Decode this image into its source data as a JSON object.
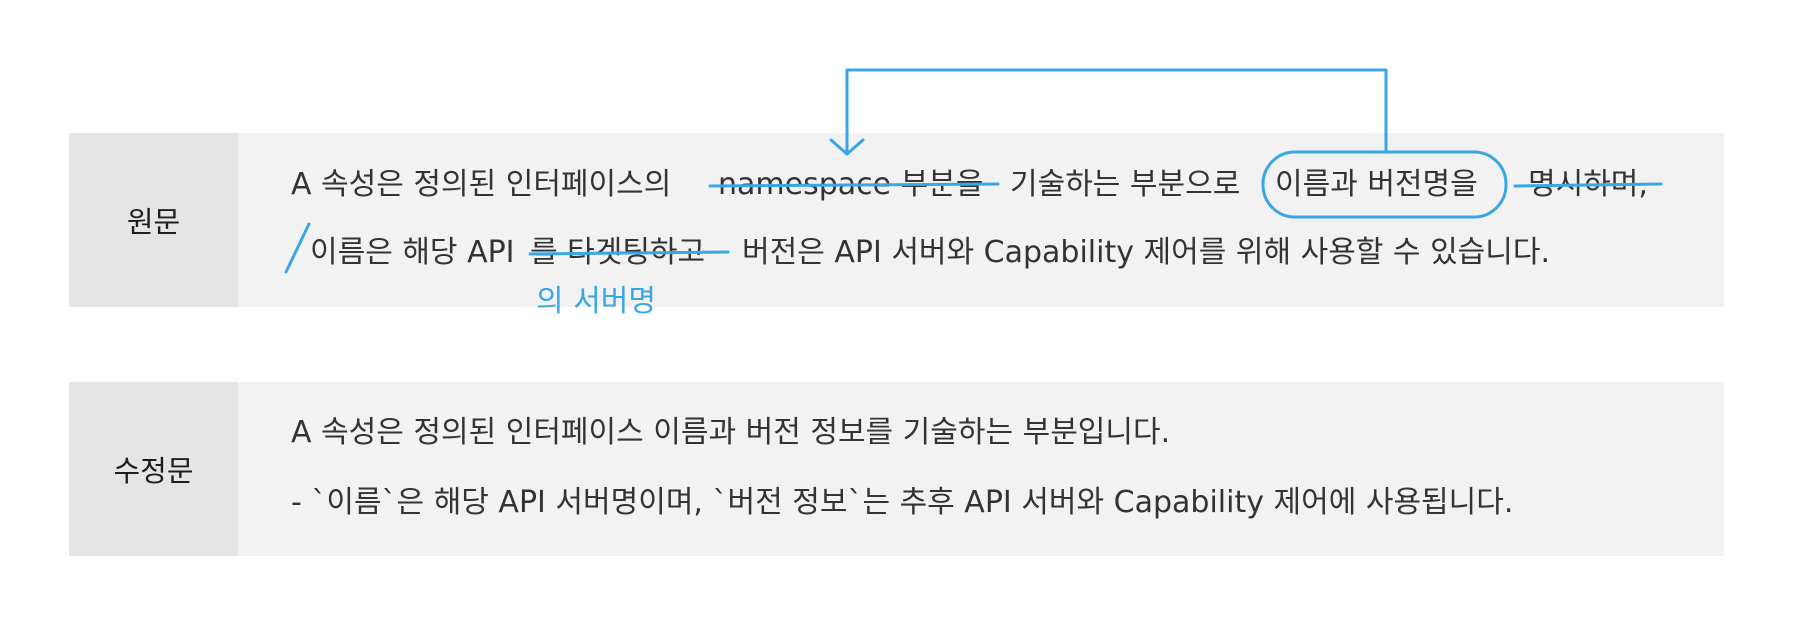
{
  "original": {
    "label": "원문",
    "line1": {
      "lead": "A 속성은 정의된 인터페이스의",
      "struck_1": "namespace 부분을",
      "middle": "기술하는 부분으로",
      "circled": "이름과 버전명을",
      "struck_2": "명시하며,"
    },
    "line2": {
      "lead": "이름은 해당 API",
      "struck": "를 타겟팅하고",
      "rest": "버전은 API 서버와 Capability 제어를 위해 사용할 수 있습니다."
    },
    "insertion": "의 서버명",
    "mark_color": "#3aa7e4"
  },
  "revised": {
    "label": "수정문",
    "line1": "A 속성은 정의된 인터페이스 이름과 버전 정보를 기술하는 부분입니다.",
    "line2": "- `이름`은 해당 API 서버명이며, `버전 정보`는 추후 API 서버와 Capability 제어에 사용됩니다."
  }
}
